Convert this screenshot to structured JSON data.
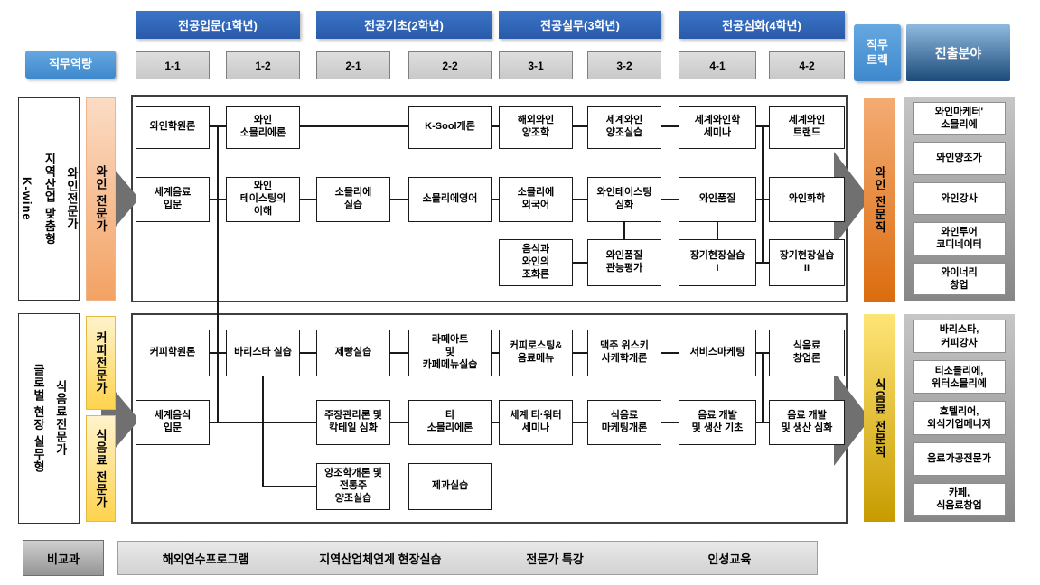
{
  "header": {
    "competency_label": "직무역량",
    "year_headers": [
      "전공입문(1학년)",
      "전공기초(2학년)",
      "전공실무(3학년)",
      "전공심화(4학년)"
    ],
    "semesters": [
      "1-1",
      "1-2",
      "2-1",
      "2-2",
      "3-1",
      "3-2",
      "4-1",
      "4-2"
    ],
    "job_track_label": "직무\n트랙",
    "career_field_label": "진출분야"
  },
  "wine": {
    "side_label": "와인전문가\n지역산업 맞춤형\nK-wine",
    "competency": "와인 전문가",
    "track": "와인 전문직",
    "courses": [
      "와인학원론",
      "와인\n소믈리에론",
      "K-Sool개론",
      "해외와인\n양조학",
      "세계와인\n양조실습",
      "세계와인학\n세미나",
      "세계와인\n트랜드",
      "세계음료\n입문",
      "와인\n테이스팅의\n이해",
      "소믈리에\n실습",
      "소믈리에영어",
      "소믈리에\n외국어",
      "와인테이스팅\n심화",
      "와인품질",
      "와인화학",
      "음식과\n와인의\n조화론",
      "와인품질\n관능평가",
      "장기현장실습\nI",
      "장기현장실습\nII"
    ],
    "careers": [
      "와인마케터'\n소믈리에",
      "와인양조가",
      "와인강사",
      "와인투어\n코디네이터",
      "와이너리\n창업"
    ]
  },
  "food": {
    "side_label": "식음료전문가\n글로벌 현장 실무형",
    "competency_coffee": "커피전문가",
    "competency_beverage": "식음료 전문가",
    "track": "식음료 전문직",
    "courses": [
      "커피학원론",
      "바리스타 실습",
      "제빵실습",
      "라떼아트\n및\n카페메뉴실습",
      "커피로스팅&\n음료메뉴",
      "맥주 위스키\n사케학개론",
      "서비스마케팅",
      "식음료\n창업론",
      "세계음식\n입문",
      "주장관리론 및\n칵테일 심화",
      "티\n소믈리에론",
      "세계 티·워터\n세미나",
      "식음료\n마케팅개론",
      "음료 개발\n및 생산 기초",
      "음료 개발\n및 생산 심화",
      "양조학개론 및\n전통주\n양조실습",
      "제과실습"
    ],
    "careers": [
      "바리스타,\n커피강사",
      "티소믈리에,\n워터소믈리에",
      "호텔리어,\n외식기업메니저",
      "음료가공전문가",
      "카페,\n식음료창업"
    ]
  },
  "extracurricular": {
    "label": "비교과",
    "items": [
      "해외연수프로그램",
      "지역산업체연계 현장실습",
      "전문가 특강",
      "인성교육"
    ]
  },
  "colors": {
    "year_header_blue": "#2e65b8",
    "accent_blue": "#4d96d6",
    "career_header_blue_top": "#8fbadf",
    "career_header_blue_bottom": "#1b4b79",
    "wine_orange": "#f3a263",
    "wine_track_orange": "#db6c0e",
    "coffee_yellow": "#ffd34d",
    "food_track_gold": "#c79b00",
    "arrow_gray": "#707070"
  }
}
